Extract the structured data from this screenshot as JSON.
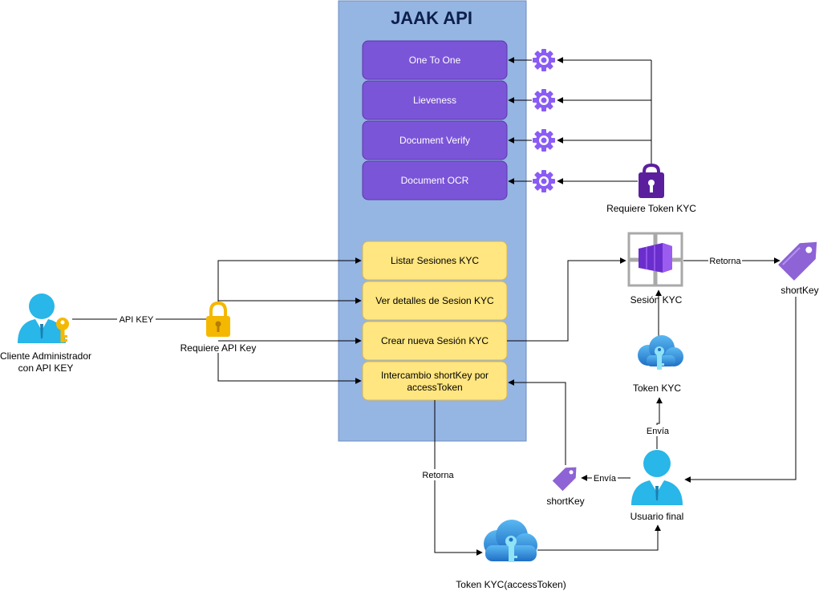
{
  "title": "JAAK API",
  "colors": {
    "container_fill": "#95b5e3",
    "container_stroke": "#6c8ebf",
    "purple_box": "#7b55d8",
    "purple_border": "#5a37a8",
    "yellow_box": "#ffe680",
    "yellow_border": "#d6b656",
    "gear": "#8a5cf5",
    "person": "#29b6e8",
    "lock_yellow": "#f5b800",
    "lock_purple": "#5b1f9e",
    "tag": "#8e63d6",
    "cloud": "#2f8fd8"
  },
  "services": [
    {
      "label": "One To One"
    },
    {
      "label": "Lieveness"
    },
    {
      "label": "Document Verify"
    },
    {
      "label": "Document OCR"
    }
  ],
  "endpoints": [
    {
      "label": "Listar Sesiones KYC"
    },
    {
      "label": "Ver detalles de Sesion KYC"
    },
    {
      "label": "Crear nueva Sesión KYC"
    },
    {
      "label_line1": "Intercambio shortKey por",
      "label_line2": "accessToken"
    }
  ],
  "nodes": {
    "admin_line1": "Cliente Administrador",
    "admin_line2": "con API KEY",
    "api_key_lock": "Requiere API Key",
    "token_lock": "Requiere Token KYC",
    "session": "Sesión KYC",
    "shortkey_right": "shortKey",
    "token_kyc": "Token KYC",
    "end_user": "Usuario final",
    "shortkey_bottom": "shortKey",
    "access_token": "Token KYC(accessToken)"
  },
  "edge_labels": {
    "api_key": "API KEY",
    "retorna_session": "Retorna",
    "envia_token": "Envía",
    "envia_shortkey": "Envía",
    "retorna_token": "Retorna"
  }
}
